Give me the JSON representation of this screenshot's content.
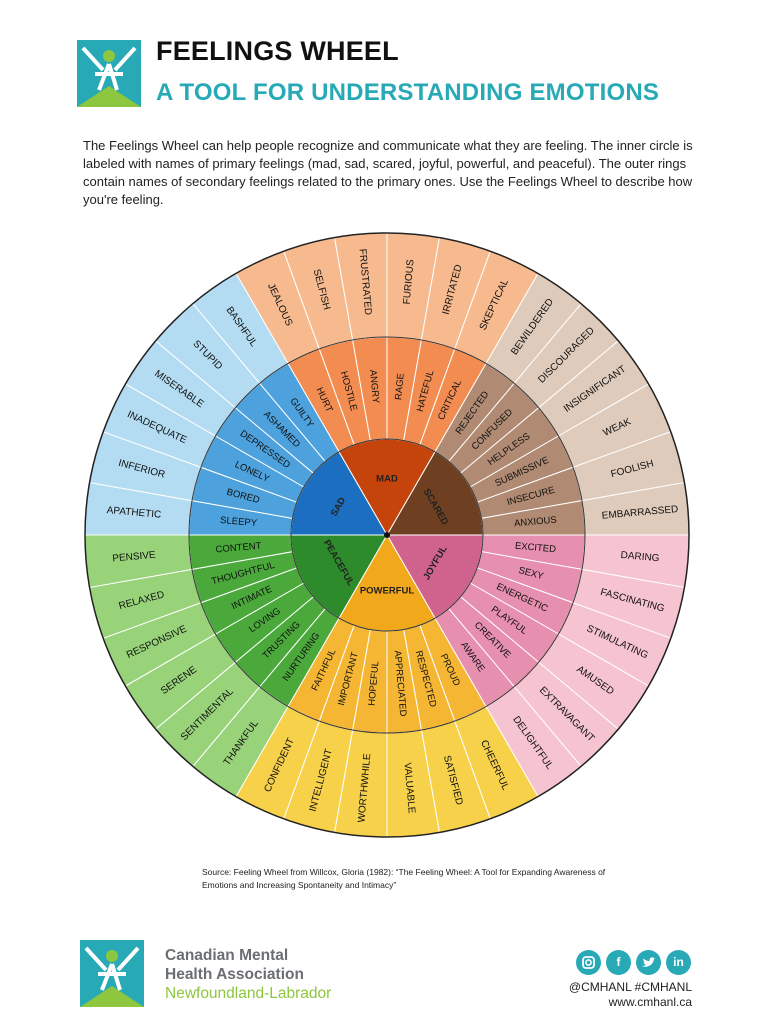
{
  "header": {
    "title": "FEELINGS WHEEL",
    "subtitle": "A TOOL FOR UNDERSTANDING EMOTIONS"
  },
  "intro": "The Feelings Wheel can help people recognize and communicate what they are feeling. The inner circle is labeled with names of primary feelings (mad, sad, scared, joyful, powerful, and peaceful). The outer rings contain names of secondary feelings related to the primary ones. Use the Feelings Wheel to describe how you're feeling.",
  "wheel": [
    {
      "core": "MAD",
      "colors": {
        "core": "#c5440b",
        "mid": "#f28c51",
        "outer": "#f7b98e"
      },
      "mid": [
        "HURT",
        "HOSTILE",
        "ANGRY",
        "RAGE",
        "HATEFUL",
        "CRITICAL"
      ],
      "outer": [
        "JEALOUS",
        "SELFISH",
        "FRUSTRATED",
        "FURIOUS",
        "IRRITATED",
        "SKEPTICAL"
      ]
    },
    {
      "core": "SCARED",
      "colors": {
        "core": "#6e4021",
        "mid": "#b08a72",
        "outer": "#dfcbbb"
      },
      "mid": [
        "REJECTED",
        "CONFUSED",
        "HELPLESS",
        "SUBMISSIVE",
        "INSECURE",
        "ANXIOUS"
      ],
      "outer": [
        "BEWILDERED",
        "DISCOURAGED",
        "INSIGNIFICANT",
        "WEAK",
        "FOOLISH",
        "EMBARRASSED"
      ]
    },
    {
      "core": "JOYFUL",
      "colors": {
        "core": "#d0638e",
        "mid": "#e68fae",
        "outer": "#f6c3d0"
      },
      "mid": [
        "EXCITED",
        "SEXY",
        "ENERGETIC",
        "PLAYFUL",
        "CREATIVE",
        "AWARE"
      ],
      "outer": [
        "DARING",
        "FASCINATING",
        "STIMULATING",
        "AMUSED",
        "EXTRAVAGANT",
        "DELIGHTFUL"
      ]
    },
    {
      "core": "POWERFUL",
      "colors": {
        "core": "#f1a81a",
        "mid": "#f5b634",
        "outer": "#f8d14b"
      },
      "mid": [
        "PROUD",
        "RESPECTED",
        "APPRECIATED",
        "HOPEFUL",
        "IMPORTANT",
        "FAITHFUL"
      ],
      "outer": [
        "CHEERFUL",
        "SATISFIED",
        "VALUABLE",
        "WORTHWHILE",
        "INTELLIGENT",
        "CONFIDENT"
      ]
    },
    {
      "core": "PEACEFUL",
      "colors": {
        "core": "#2e8b2b",
        "mid": "#4ba93b",
        "outer": "#98d37a"
      },
      "mid": [
        "NURTURING",
        "TRUSTING",
        "LOVING",
        "INTIMATE",
        "THOUGHTFUL",
        "CONTENT"
      ],
      "outer": [
        "THANKFUL",
        "SENTIMENTAL",
        "SERENE",
        "RESPONSIVE",
        "RELAXED",
        "PENSIVE"
      ]
    },
    {
      "core": "SAD",
      "colors": {
        "core": "#1c6fc0",
        "mid": "#4da1dc",
        "outer": "#b3dbf2"
      },
      "mid": [
        "SLEEPY",
        "BORED",
        "LONELY",
        "DEPRESSED",
        "ASHAMED",
        "GUILTY"
      ],
      "outer": [
        "APATHETIC",
        "INFERIOR",
        "INADEQUATE",
        "MISERABLE",
        "STUPID",
        "BASHFUL"
      ]
    }
  ],
  "source": "Source: Feeling Wheel from Willcox, Gloria (1982): “The Feeling Wheel: A Tool for Expanding Awareness of Emotions and Increasing Spontaneity and Intimacy”",
  "footer": {
    "org_line1": "Canadian Mental",
    "org_line2": "Health Association",
    "org_region": "Newfoundland-Labrador",
    "handles": "@CMHANL #CMHANL",
    "website": "www.cmhanl.ca",
    "social": [
      "instagram-icon",
      "facebook-icon",
      "twitter-icon",
      "linkedin-icon"
    ],
    "brand_colors": {
      "teal": "#27a9b6",
      "green": "#8dc63f"
    }
  }
}
